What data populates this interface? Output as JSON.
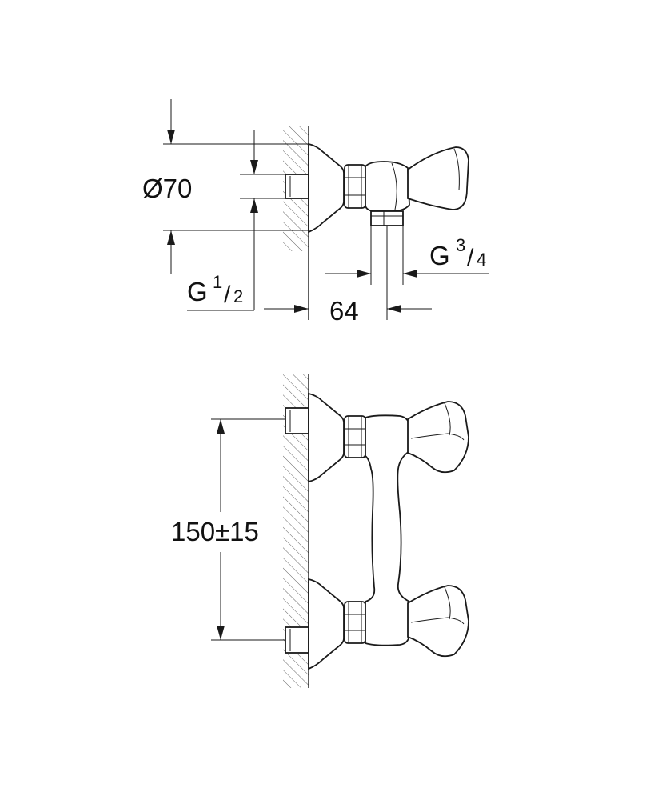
{
  "dimensions": {
    "flange_diameter": "Ø70",
    "inlet_thread_prefix": "G",
    "inlet_thread_num": "1",
    "inlet_thread_den": "2",
    "outlet_thread_prefix": "G",
    "outlet_thread_num": "3",
    "outlet_thread_den": "4",
    "wall_to_outlet": "64",
    "inlet_spacing": "150±15"
  },
  "views": [
    "side-view",
    "front-view"
  ]
}
